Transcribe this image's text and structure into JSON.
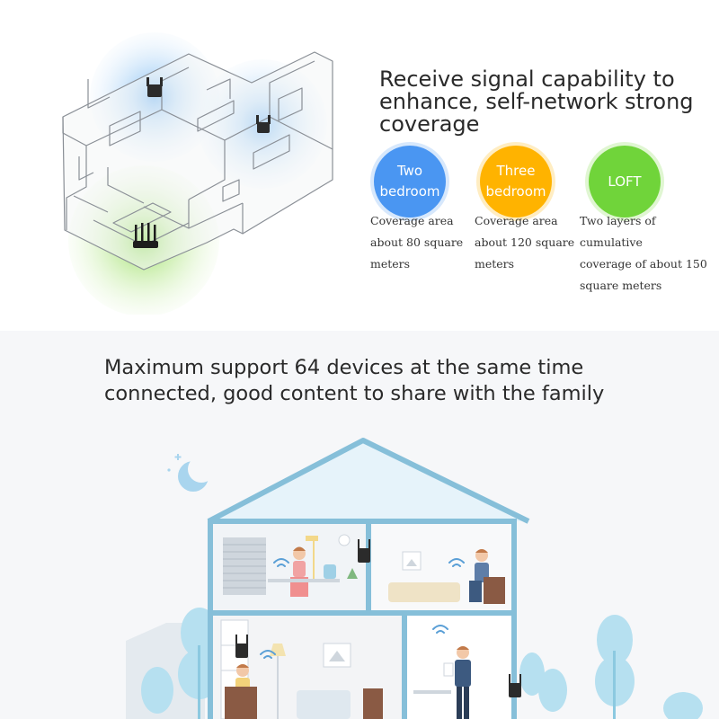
{
  "coverage": {
    "headline_line1": "Receive signal capability to",
    "headline_line2": "enhance, self-network strong",
    "headline_line3": "coverage",
    "badges": [
      {
        "line1": "Two",
        "line2": "bedroom",
        "color": "#4a96f2"
      },
      {
        "line1": "Three",
        "line2": "bedroom",
        "color": "#ffb300"
      },
      {
        "line1": "LOFT",
        "line2": "",
        "color": "#70d43a"
      }
    ],
    "descriptions": [
      {
        "line1": "Coverage area",
        "line2": "about 80 square",
        "line3": "meters"
      },
      {
        "line1": "Coverage area",
        "line2": "about 120 square",
        "line3": "meters"
      },
      {
        "line1": "Two layers of cumulative",
        "line2": "coverage of about 150",
        "line3": "square meters"
      }
    ]
  },
  "devices": {
    "headline_line1": "Maximum support 64 devices at the same time",
    "headline_line2": "connected, good content to share with the family"
  },
  "icons": {
    "router": "router-icon",
    "repeater": "repeater-icon",
    "moon": "moon-icon",
    "star": "star-icon"
  },
  "colors": {
    "signal_blue": "#a9d3f7",
    "signal_green": "#b8e88c",
    "house_outline": "#86bfd9",
    "house_fill": "#eaf5fb",
    "tree": "#a8dcef"
  }
}
